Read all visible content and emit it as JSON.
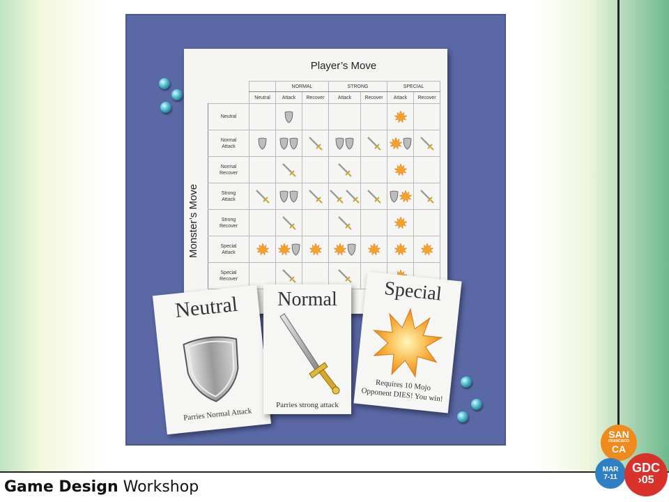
{
  "footer": {
    "title_bold": "Game Design",
    "title_rest": " Workshop"
  },
  "matrix": {
    "title": "Player’s Move",
    "side_label": "Monster’s Move",
    "groups": [
      "NORMAL",
      "STRONG",
      "SPECIAL"
    ],
    "columns": [
      "Neutral",
      "Attack",
      "Recover",
      "Attack",
      "Recover",
      "Attack",
      "Recover"
    ],
    "rows": [
      {
        "label_1": "Neutral",
        "label_2": ""
      },
      {
        "label_1": "Normal",
        "label_2": "Attack"
      },
      {
        "label_1": "Normal",
        "label_2": "Recover"
      },
      {
        "label_1": "Strong",
        "label_2": "Attack"
      },
      {
        "label_1": "Strong",
        "label_2": "Recover"
      },
      {
        "label_1": "Special",
        "label_2": "Attack"
      },
      {
        "label_1": "Special",
        "label_2": "Recover"
      }
    ],
    "cells": [
      [
        "",
        "shield",
        "",
        "",
        "",
        "star",
        ""
      ],
      [
        "shield",
        "shield shield",
        "sword",
        "shield shield",
        "sword",
        "star shield",
        "sword"
      ],
      [
        "",
        "sword",
        "",
        "sword",
        "",
        "star",
        ""
      ],
      [
        "sword",
        "shield shield",
        "sword",
        "sword sword",
        "sword",
        "shield star",
        "sword"
      ],
      [
        "",
        "sword",
        "",
        "sword",
        "",
        "star",
        ""
      ],
      [
        "star",
        "star shield",
        "star",
        "star shield",
        "star",
        "star",
        "star"
      ],
      [
        "",
        "sword",
        "",
        "sword",
        "",
        "star",
        ""
      ]
    ]
  },
  "cards": {
    "neutral": {
      "title": "Neutral",
      "caption": "Parries Normal Attack",
      "icon": "shield-icon"
    },
    "normal": {
      "title": "Normal",
      "caption": "Parries strong attack",
      "icon": "sword-icon"
    },
    "special": {
      "title": "Special",
      "caption_1": "Requires 10 Mojo",
      "caption_2": "Opponent DIES! You win!",
      "icon": "star-burst-icon"
    }
  },
  "gdc_logo": {
    "city_1": "SAN",
    "city_2": "FRANCISCO",
    "city_3": "CA",
    "dates_1": "MAR",
    "dates_2": "7-11",
    "brand": "GDC",
    "year": "›05"
  },
  "colors": {
    "board": "#5a68a6",
    "star": "#f7a12a",
    "logo_orange": "#f08a1c",
    "logo_blue": "#2f7fc4",
    "logo_red": "#d8322a"
  }
}
